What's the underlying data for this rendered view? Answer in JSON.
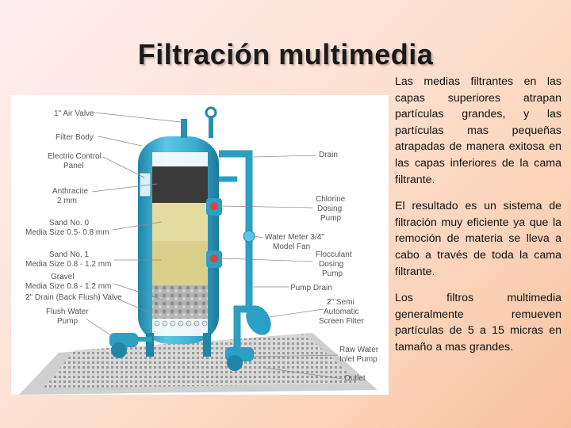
{
  "title": "Filtración multimedia",
  "paragraphs": [
    "Las medias filtrantes en las capas superiores atrapan partículas grandes, y las partículas mas pequeñas atrapadas de manera exitosa en las capas inferiores de la cama filtrante.",
    "El resultado es un sistema de filtración muy eficiente ya que la remoción de materia se lleva a cabo a través de toda la cama filtrante.",
    "Los filtros multimedia generalmente remueven partículas de 5 a 15 micras en tamaño a mas grandes."
  ],
  "diagram": {
    "labels_left": {
      "air_valve": "1\" Air Valve",
      "filter_body": "Filter Body",
      "control_panel_1": "Electric Control",
      "control_panel_2": "Panel",
      "anthracite_1": "Anthracite",
      "anthracite_2": "2 mm",
      "sand0_1": "Sand No. 0",
      "sand0_2": "Media Size 0.5- 0.8 mm",
      "sand1_1": "Sand No. 1",
      "sand1_2": "Media Size 0.8 - 1.2 mm",
      "gravel_1": "Gravel",
      "gravel_2": "Media Size 0.8 - 1.2 mm",
      "drain_back": "2\" Drain (Back Flush) Valve",
      "flush_1": "Flush Water",
      "flush_2": "Pump"
    },
    "labels_right": {
      "drain": "Drain",
      "chlorine_1": "Chlorine",
      "chlorine_2": "Dosing",
      "chlorine_3": "Pump",
      "meter_1": "Water Meter 3/4\"",
      "meter_2": "Model Fan",
      "floc_1": "Flocculant",
      "floc_2": "Dosing",
      "floc_3": "Pump",
      "pump_drain": "Pump Drain",
      "screen_1": "2\" Semi",
      "screen_2": "Automatic",
      "screen_3": "Screen Filter",
      "raw_1": "Raw Water",
      "raw_2": "Inlet Pump",
      "outlet": "Outlet"
    },
    "colors": {
      "tank": "#3aaed1",
      "tank_dark": "#1f86a8",
      "anthracite": "#3a3a3a",
      "sand_fine": "#e3dca0",
      "sand_coarse": "#d8cf8a",
      "gravel": "#a8a8a8"
    }
  }
}
